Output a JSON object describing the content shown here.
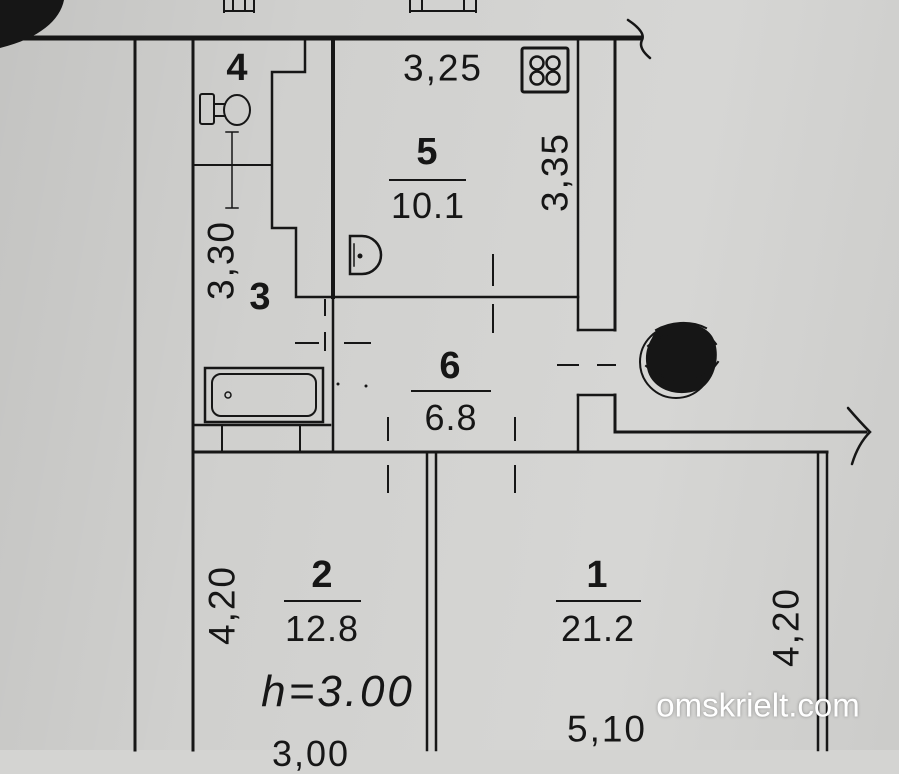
{
  "colors": {
    "paper": "#d4d4d2",
    "ink": "#161616",
    "watermark": "#ffffff"
  },
  "plan": {
    "rooms": {
      "room_4": {
        "number": "4"
      },
      "room_5": {
        "number": "5",
        "area": "10.1",
        "dimension_horizontal": "3,25",
        "dimension_vertical": "3,35"
      },
      "room_3": {
        "number": "3",
        "dimension_vertical": "3,30"
      },
      "room_6": {
        "number": "6",
        "area": "6.8"
      },
      "room_2": {
        "number": "2",
        "area": "12.8",
        "dimension_vertical": "4,20",
        "dimension_horizontal": "3,00"
      },
      "room_1": {
        "number": "1",
        "area": "21.2",
        "dimension_vertical": "4,20",
        "dimension_horizontal": "5,10"
      }
    },
    "ceiling_height": "h=3.00",
    "fixtures": {
      "toilet": "toilet-icon",
      "stove": "stove-icon",
      "sink": "sink-icon",
      "bathtub": "bathtub-icon"
    }
  },
  "watermark": "omskrielt.com"
}
